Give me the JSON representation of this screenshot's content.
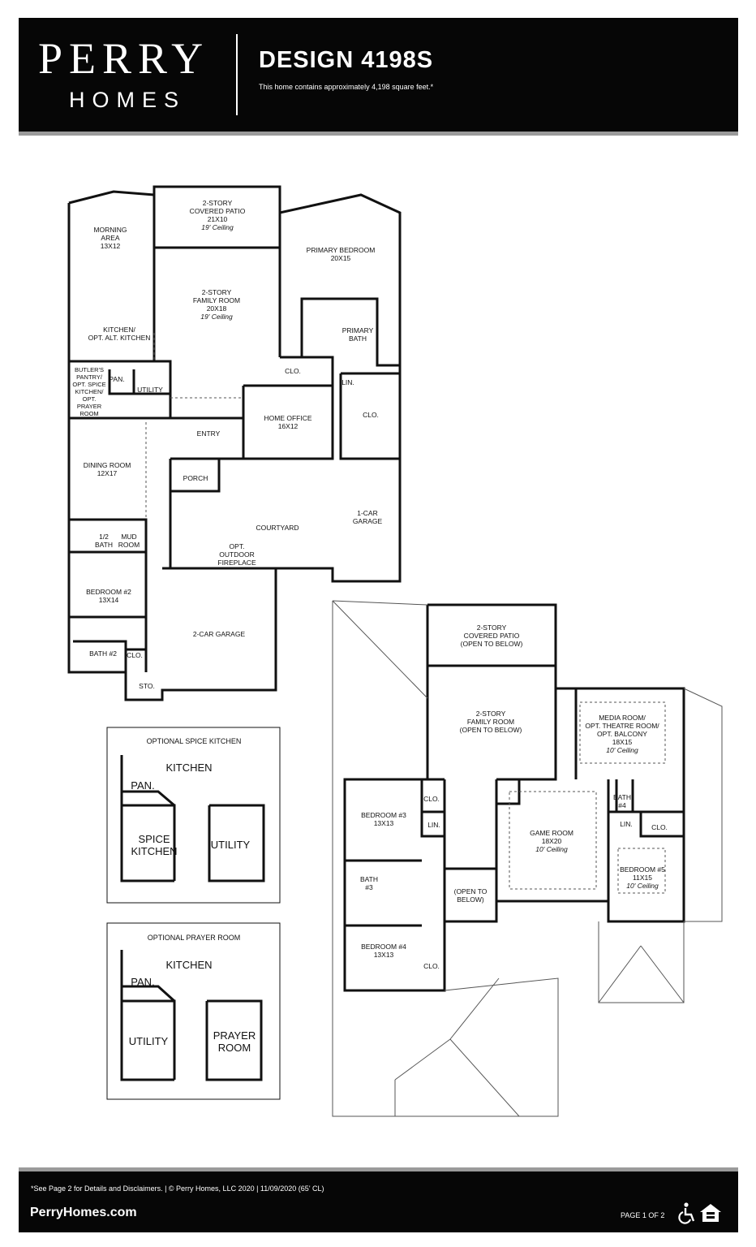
{
  "header": {
    "brand_line1": "PERRY",
    "brand_line2": "HOMES",
    "design_title": "DESIGN 4198S",
    "sqft_note": "This home contains approximately 4,198 square feet.*"
  },
  "first_floor": {
    "morning_area": {
      "name": "MORNING\nAREA",
      "size": "13x12"
    },
    "covered_patio": {
      "name": "2-STORY\nCOVERED PATIO",
      "size": "21x10",
      "ceiling": "19' Ceiling"
    },
    "family_room": {
      "name": "2-STORY\nFAMILY ROOM",
      "size": "20x18",
      "ceiling": "19' Ceiling"
    },
    "primary_bedroom": {
      "name": "PRIMARY BEDROOM",
      "size": "20x15"
    },
    "primary_bath": {
      "name": "PRIMARY\nBATH"
    },
    "kitchen": {
      "name": "KITCHEN/\nOPT. ALT. KITCHEN"
    },
    "butlers_pantry": {
      "name": "BUTLER'S\nPANTRY/\nOPT. SPICE\nKITCHEN/\nOPT.\nPRAYER\nROOM"
    },
    "pan": "PAN.",
    "utility": "UTILITY",
    "clo_a": "CLO.",
    "lin": "LIN.",
    "clo_b": "CLO.",
    "entry": "ENTRY",
    "home_office": {
      "name": "HOME OFFICE",
      "size": "16x12"
    },
    "dining_room": {
      "name": "DINING ROOM",
      "size": "12x17"
    },
    "porch": "PORCH",
    "courtyard": "COURTYARD",
    "fireplace": "OPT.\nOUTDOOR\nFIREPLACE",
    "one_car_garage": "1-CAR\nGARAGE",
    "half_bath": "1/2\nBATH",
    "mud_room": "MUD\nROOM",
    "bedroom2": {
      "name": "BEDROOM #2",
      "size": "13x14"
    },
    "two_car_garage": "2-CAR GARAGE",
    "bath2": "BATH #2",
    "clo_c": "CLO.",
    "sto": "STO."
  },
  "second_floor": {
    "covered_patio": "2-STORY\nCOVERED PATIO\n(OPEN TO BELOW)",
    "family_room": "2-STORY\nFAMILY ROOM\n(OPEN TO BELOW)",
    "media_room": {
      "name": "MEDIA ROOM/\nOPT. THEATRE ROOM/\nOPT. BALCONY",
      "size": "18x15",
      "ceiling": "10' Ceiling"
    },
    "bedroom3": {
      "name": "BEDROOM #3",
      "size": "13x13"
    },
    "clo_a": "CLO.",
    "lin_a": "LIN.",
    "bath4": "BATH\n#4",
    "lin_b": "LIN.",
    "clo_b": "CLO.",
    "game_room": {
      "name": "GAME ROOM",
      "size": "18x20",
      "ceiling": "10' Ceiling"
    },
    "bedroom5": {
      "name": "BEDROOM #5",
      "size": "11x15",
      "ceiling": "10' Ceiling"
    },
    "bath3": "BATH\n#3",
    "open_below": "(OPEN TO\nBELOW)",
    "bedroom4": {
      "name": "BEDROOM #4",
      "size": "13x13"
    },
    "clo_c": "CLO."
  },
  "spice_option": {
    "title": "OPTIONAL SPICE KITCHEN",
    "kitchen": "KITCHEN",
    "pan": "PAN.",
    "spice": "SPICE\nKITCHEN",
    "utility": "UTILITY"
  },
  "prayer_option": {
    "title": "OPTIONAL PRAYER ROOM",
    "kitchen": "KITCHEN",
    "pan": "PAN.",
    "utility": "UTILITY",
    "prayer": "PRAYER\nROOM"
  },
  "footer": {
    "disclaimer": "*See Page 2 for Details and Disclaimers.  |  © Perry Homes, LLC 2020  |  11/09/2020  (65' CL)",
    "website": "PerryHomes.com",
    "page": "PAGE 1 OF 2",
    "icons": [
      "accessibility-icon",
      "equal-housing-icon"
    ]
  }
}
